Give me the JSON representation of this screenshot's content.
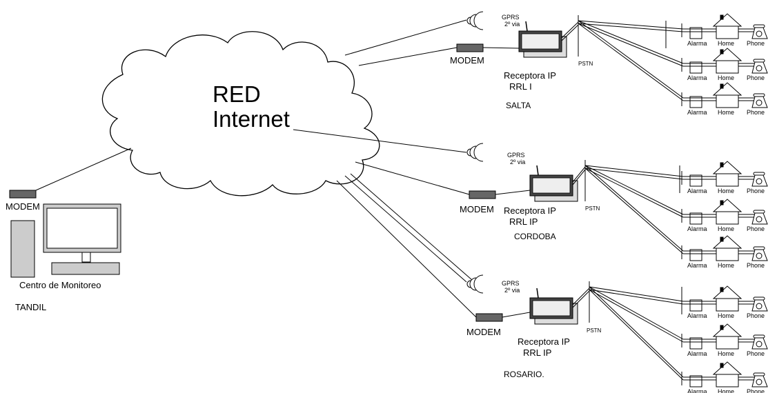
{
  "cloud": {
    "line1": "RED",
    "line2": "Internet"
  },
  "monitoring_center": {
    "modem_label": "MODEM",
    "label": "Centro de Monitoreo",
    "city": "TANDIL"
  },
  "sites": [
    {
      "gprs_label": "GPRS",
      "via_label": "2º via",
      "modem_label": "MODEM",
      "receiver_label": "Receptora IP",
      "receiver_model": "RRL I",
      "city": "SALTA",
      "pstn_label": "PSTN",
      "clients": [
        {
          "alarm": "Alarma",
          "home": "Home",
          "phone": "Phone"
        },
        {
          "alarm": "Alarma",
          "home": "Home",
          "phone": "Phone"
        },
        {
          "alarm": "Alarma",
          "home": "Home",
          "phone": "Phone"
        }
      ]
    },
    {
      "gprs_label": "GPRS",
      "via_label": "2º via",
      "modem_label": "MODEM",
      "receiver_label": "Receptora IP",
      "receiver_model": "RRL IP",
      "city": "CORDOBA",
      "pstn_label": "PSTN",
      "clients": [
        {
          "alarm": "Alarma",
          "home": "Home",
          "phone": "Phone"
        },
        {
          "alarm": "Alarma",
          "home": "Home",
          "phone": "Phone"
        },
        {
          "alarm": "Alarma",
          "home": "Home",
          "phone": "Phone"
        }
      ]
    },
    {
      "gprs_label": "GPRS",
      "via_label": "2º via",
      "modem_label": "MODEM",
      "receiver_label": "Receptora IP",
      "receiver_model": "RRL IP",
      "city": "ROSARIO.",
      "pstn_label": "PSTN",
      "clients": [
        {
          "alarm": "Alarma",
          "home": "Home",
          "phone": "Phone"
        },
        {
          "alarm": "Alarma",
          "home": "Home",
          "phone": "Phone"
        },
        {
          "alarm": "Alarma",
          "home": "Home",
          "phone": "Phone"
        }
      ]
    }
  ]
}
